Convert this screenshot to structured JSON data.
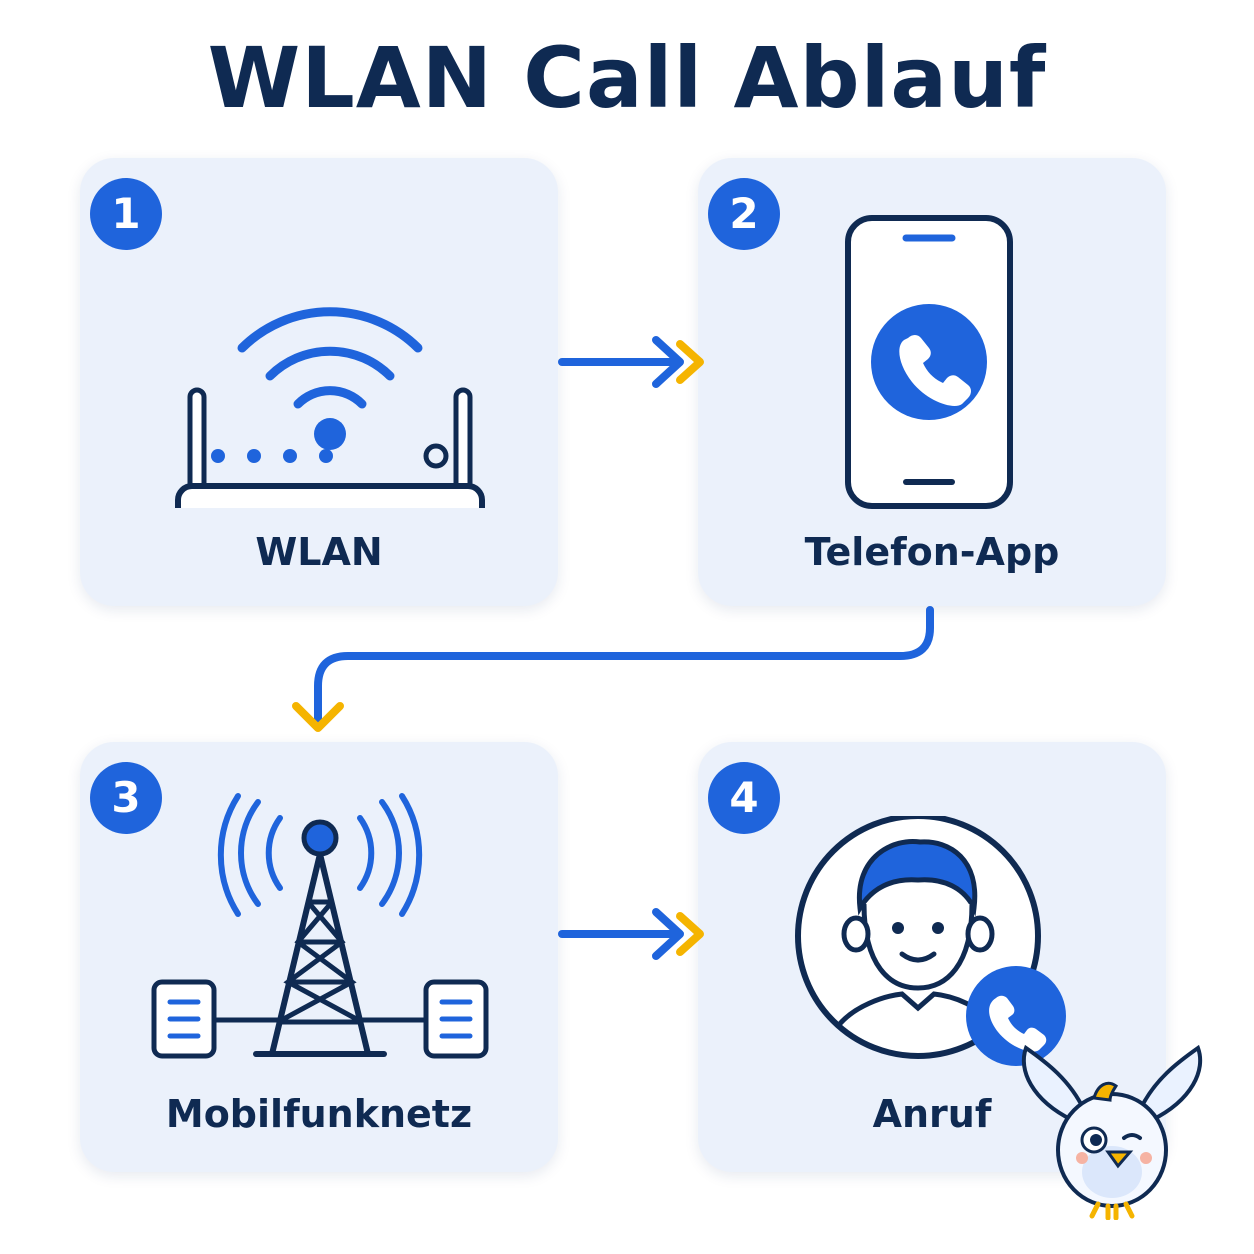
{
  "title": "WLAN Call Ablauf",
  "steps": [
    {
      "number": "1",
      "label": "WLAN",
      "icon": "wifi-router-icon"
    },
    {
      "number": "2",
      "label": "Telefon-App",
      "icon": "phone-call-icon"
    },
    {
      "number": "3",
      "label": "Mobilfunknetz",
      "icon": "cell-tower-icon"
    },
    {
      "number": "4",
      "label": "Anruf",
      "icon": "caller-avatar-icon"
    }
  ],
  "colors": {
    "title": "#0f2a52",
    "card": "#ebf1fb",
    "accent_blue": "#1f64dc",
    "arrow_tip_yellow": "#f5b400",
    "outline": "#0f2a52"
  },
  "mascot_icon": "bird-mascot-icon"
}
